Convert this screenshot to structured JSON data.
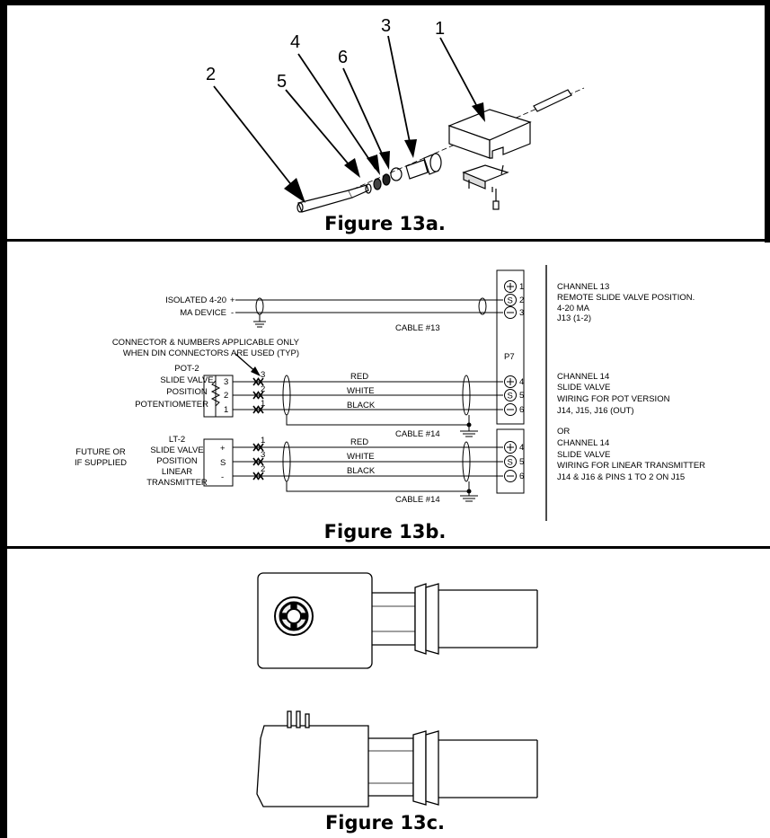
{
  "figures": {
    "fig13a": {
      "caption": "Figure 13a.",
      "callouts": [
        "1",
        "2",
        "3",
        "4",
        "5",
        "6"
      ]
    },
    "fig13b": {
      "caption": "Figure 13b.",
      "isolated_device": {
        "line1": "ISOLATED 4-20",
        "line2": "MA DEVICE",
        "plus": "+",
        "minus": "-"
      },
      "cable13": "CABLE #13",
      "connector_note": {
        "line1": "CONNECTOR & NUMBERS APPLICABLE ONLY",
        "line2": "WHEN DIN CONNECTORS ARE USED (TYP)"
      },
      "pot": {
        "label": [
          "POT-2",
          "SLIDE VALVE",
          "POSITION",
          "POTENTIOMETER"
        ],
        "pins": [
          "3",
          "2",
          "1"
        ],
        "connector_pins": [
          "3",
          "2",
          "1"
        ]
      },
      "lt": {
        "label": [
          "LT-2",
          "SLIDE VALVE",
          "POSITION",
          "LINEAR",
          "TRANSMITTER"
        ],
        "future": [
          "FUTURE OR",
          "IF SUPPLIED"
        ],
        "pins": [
          "+",
          "S",
          "-"
        ],
        "connector_pins": [
          "1",
          "3",
          "2"
        ]
      },
      "wire_colors": [
        "RED",
        "WHITE",
        "BLACK"
      ],
      "cable14": "CABLE #14",
      "p7": "P7",
      "terminals_top": [
        "1",
        "2",
        "3"
      ],
      "terminals_mid": [
        "4",
        "5",
        "6"
      ],
      "terminals_bot": [
        "4",
        "5",
        "6"
      ],
      "channel13": [
        "CHANNEL 13",
        "REMOTE SLIDE VALVE POSITION.",
        "4-20 MA",
        "J13 (1-2)"
      ],
      "channel14_pot": [
        "CHANNEL 14",
        "SLIDE VALVE",
        "WIRING FOR POT VERSION",
        "J14, J15, J16 (OUT)"
      ],
      "or": "OR",
      "channel14_lt": [
        "CHANNEL 14",
        "SLIDE VALVE",
        "WIRING FOR LINEAR TRANSMITTER",
        "J14 & J16 & PINS 1 TO 2 ON J15"
      ]
    },
    "fig13c": {
      "caption": "Figure 13c."
    }
  }
}
